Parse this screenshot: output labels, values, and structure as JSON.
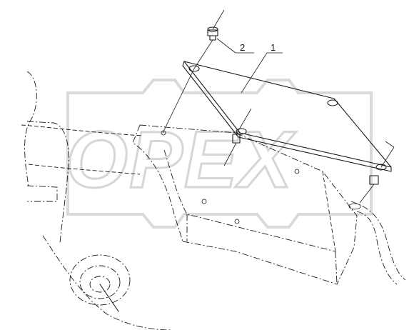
{
  "watermark": {
    "text": "OPEX"
  },
  "callouts": [
    {
      "label": "2",
      "part": "fastener"
    },
    {
      "label": "1",
      "part": "cover-plate"
    }
  ],
  "colors": {
    "line": "#1a1a1a",
    "watermark": "#d6d6d6",
    "background": "#ffffff"
  }
}
